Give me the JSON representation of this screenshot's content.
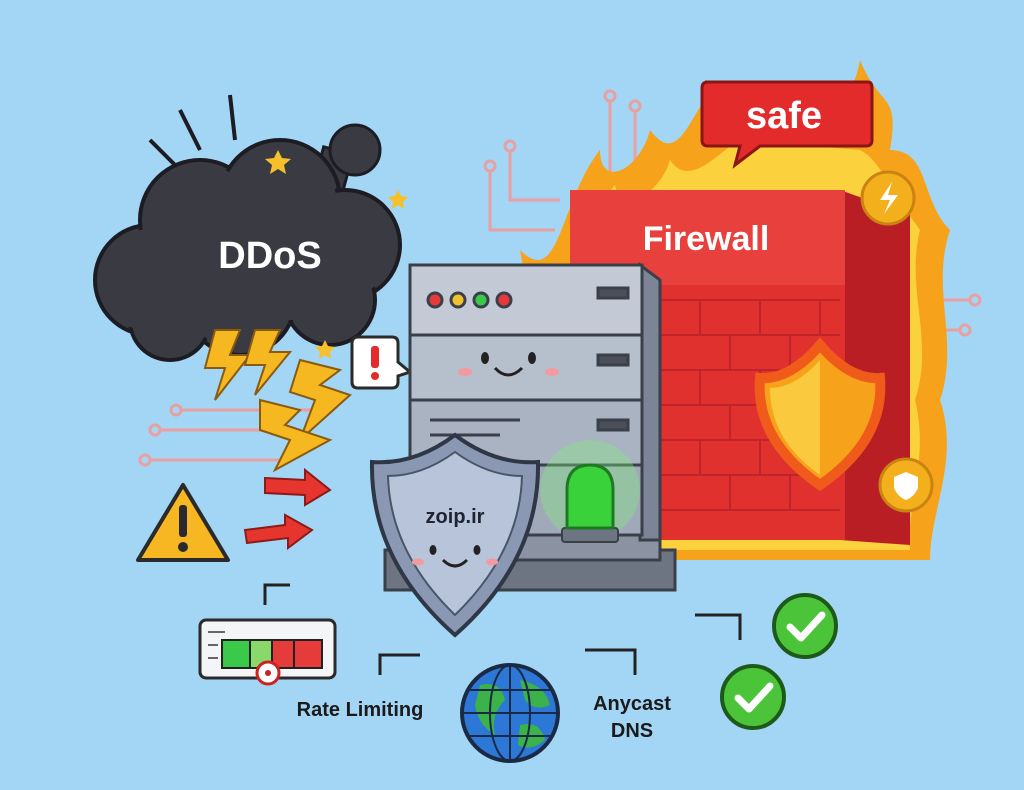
{
  "attack": {
    "label": "DDoS"
  },
  "firewall": {
    "label": "Firewall",
    "status_bubble": "safe"
  },
  "server": {
    "shield_label": "zoip.ir"
  },
  "features": {
    "rate_limiting": "Rate Limiting",
    "anycast_line1": "Anycast",
    "anycast_line2": "DNS"
  },
  "colors": {
    "background": "#a3d5f5",
    "cloud": "#3a3b42",
    "firewall": "#e0312f",
    "bubble": "#e32b2b",
    "server": "#aeb8c8",
    "status_light": "#39d23a",
    "check": "#4cc43a",
    "bolt": "#f5b820",
    "arrow": "#e5352e"
  }
}
